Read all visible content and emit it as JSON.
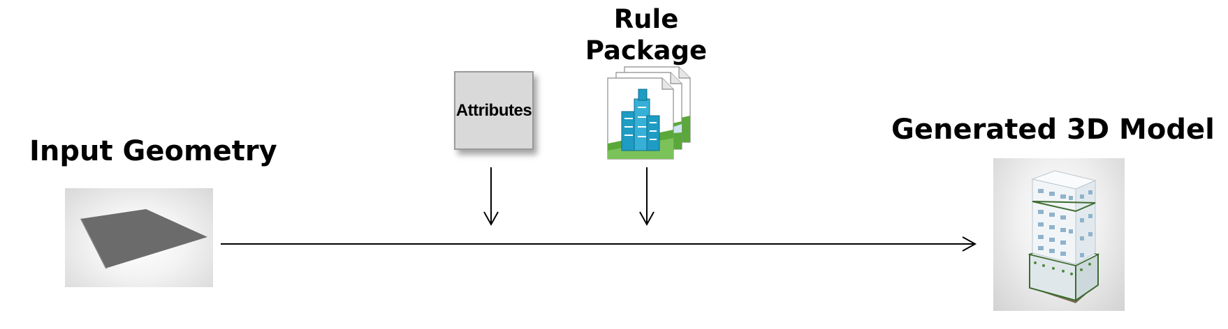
{
  "input": {
    "title": "Input Geometry"
  },
  "attributes": {
    "label": "Attributes"
  },
  "rule_package": {
    "line1": "Rule",
    "line2": "Package",
    "icon": "building-document-stack-icon"
  },
  "output": {
    "title": "Generated 3D Model",
    "image": "building-model-icon"
  },
  "colors": {
    "text": "#000000",
    "arrow": "#000000",
    "attributes_fill": "#d9d9d9",
    "attributes_border": "#9a9a9a",
    "plane": "#6b6b6b",
    "building_blue": "#1e9cc3",
    "grass": "#5aa83a"
  }
}
